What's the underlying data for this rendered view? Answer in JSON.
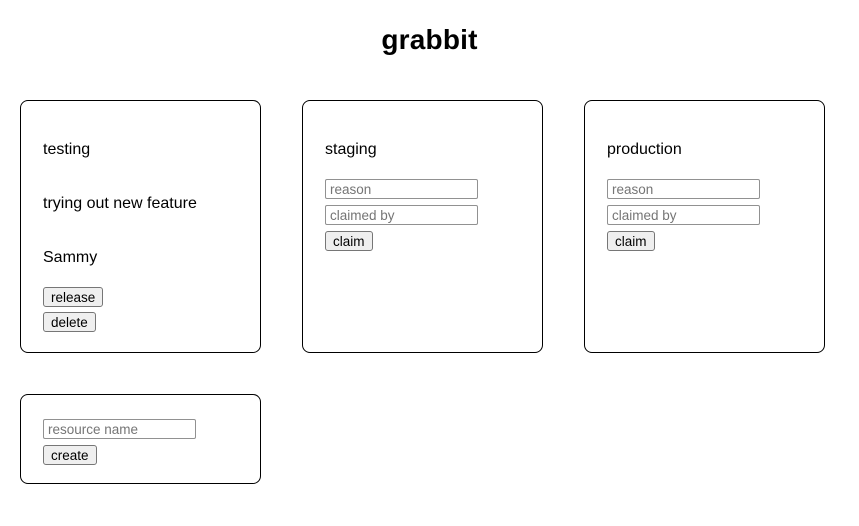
{
  "app": {
    "title": "grabbit"
  },
  "resources": [
    {
      "name": "testing",
      "status": "claimed",
      "reason": "trying out new feature",
      "claimed_by": "Sammy",
      "actions": {
        "release": "release",
        "delete": "delete"
      }
    },
    {
      "name": "staging",
      "status": "available",
      "inputs": {
        "reason_placeholder": "reason",
        "reason_value": "",
        "claimed_by_placeholder": "claimed by",
        "claimed_by_value": ""
      },
      "actions": {
        "claim": "claim"
      }
    },
    {
      "name": "production",
      "status": "available",
      "inputs": {
        "reason_placeholder": "reason",
        "reason_value": "",
        "claimed_by_placeholder": "claimed by",
        "claimed_by_value": ""
      },
      "actions": {
        "claim": "claim"
      }
    }
  ],
  "create_panel": {
    "name_placeholder": "resource name",
    "name_value": "",
    "create_label": "create"
  },
  "colors": {
    "background": "#ffffff",
    "text": "#000000",
    "card_border": "#000000",
    "button_background": "#efefef",
    "button_border": "#767676",
    "input_border": "#919191",
    "placeholder_text": "#757575"
  }
}
